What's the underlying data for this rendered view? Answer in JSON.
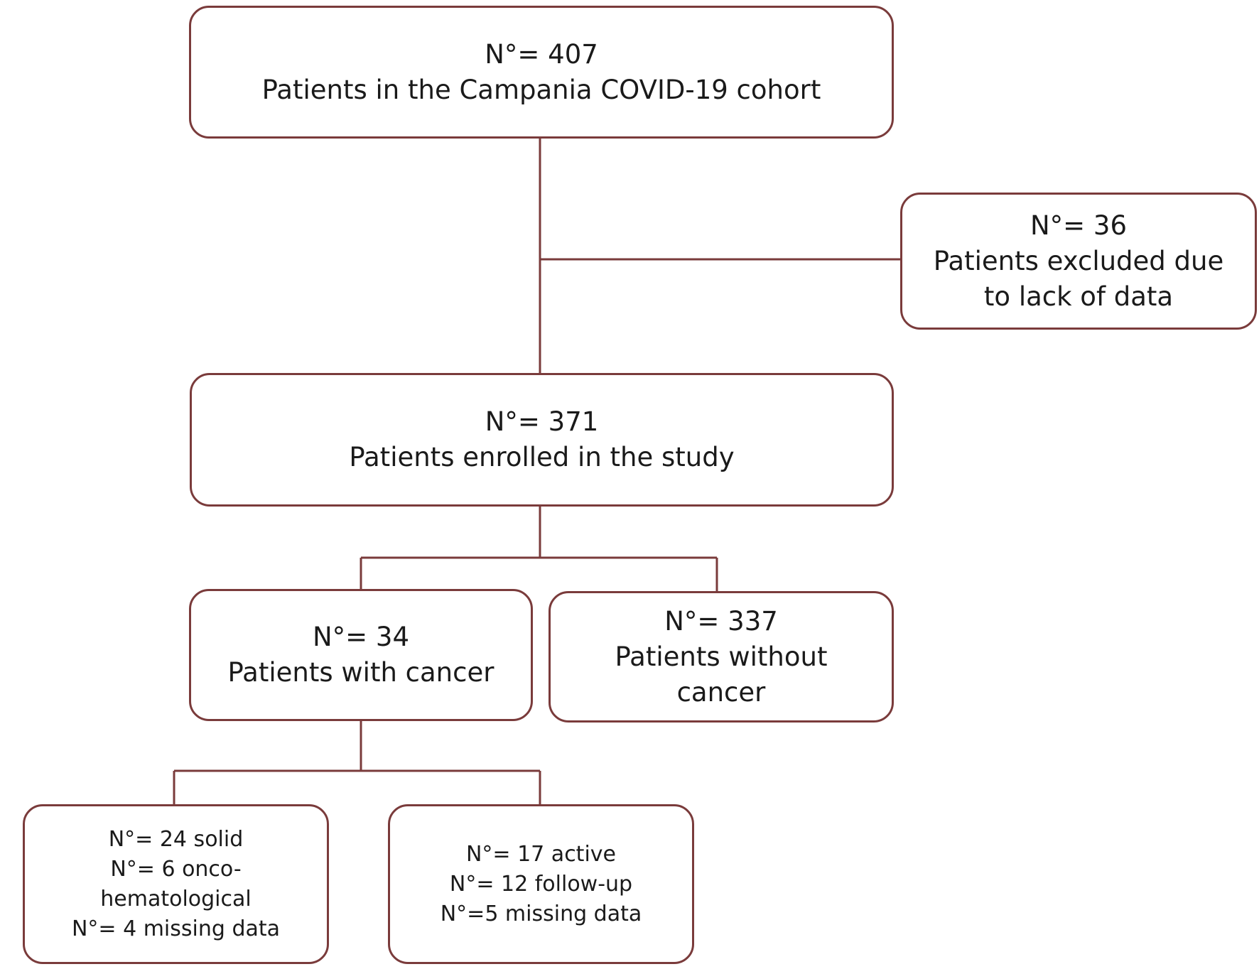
{
  "boxes": {
    "cohort": {
      "lines": [
        "N°= 407",
        "Patients in the Campania COVID-19 cohort"
      ]
    },
    "excluded": {
      "lines": [
        "N°= 36",
        "Patients excluded due",
        "to lack of data"
      ]
    },
    "enrolled": {
      "lines": [
        "N°= 371",
        "Patients enrolled in the study"
      ]
    },
    "with_cancer": {
      "lines": [
        "N°= 34",
        "Patients with cancer"
      ]
    },
    "without_cancer": {
      "lines": [
        "N°= 337",
        "Patients without",
        "cancer"
      ]
    },
    "cancer_type": {
      "lines": [
        "N°= 24  solid",
        "N°= 6  onco-",
        "hematological",
        "N°= 4 missing data"
      ]
    },
    "cancer_status": {
      "lines": [
        "N°= 17 active",
        "N°= 12 follow-up",
        "N°=5 missing data"
      ]
    }
  },
  "colors": {
    "border": "#7a3b3b",
    "text": "#1a1a1a",
    "background": "#ffffff"
  }
}
